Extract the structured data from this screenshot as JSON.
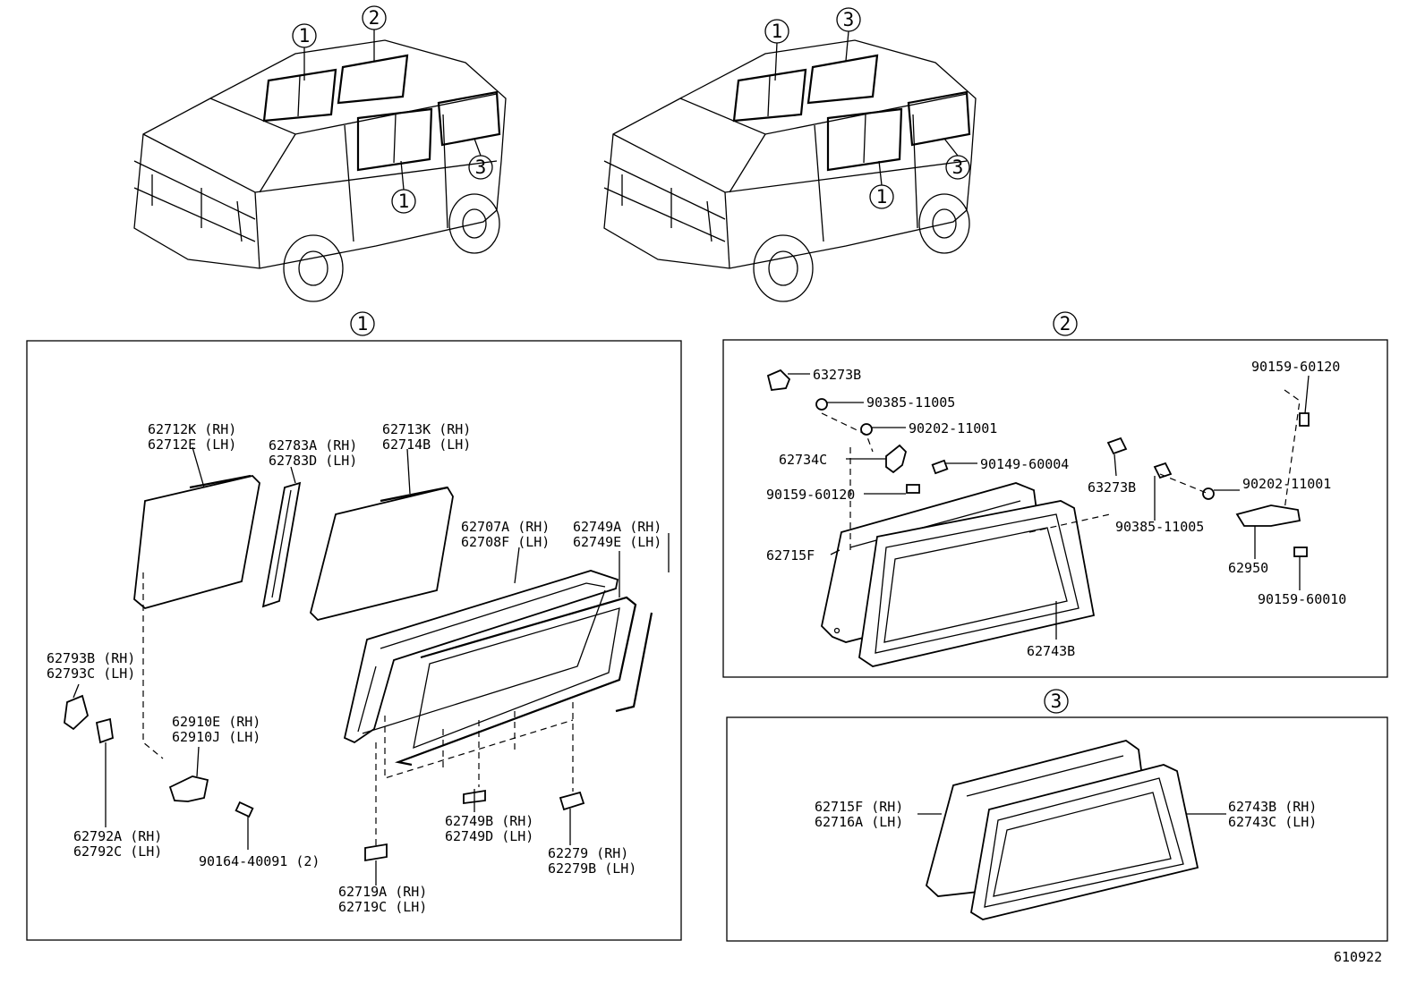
{
  "diagram_id": "610922",
  "callouts": {
    "one": "1",
    "two": "2",
    "three": "3"
  },
  "section1": {
    "parts": [
      {
        "rh": "62712K (RH)",
        "lh": "62712E (LH)"
      },
      {
        "rh": "62783A (RH)",
        "lh": "62783D (LH)"
      },
      {
        "rh": "62713K (RH)",
        "lh": "62714B (LH)"
      },
      {
        "rh": "62707A (RH)",
        "lh": "62708F (LH)"
      },
      {
        "rh": "62749A (RH)",
        "lh": "62749E (LH)"
      },
      {
        "rh": "62793B (RH)",
        "lh": "62793C (LH)"
      },
      {
        "rh": "62910E (RH)",
        "lh": "62910J (LH)"
      },
      {
        "rh": "62792A (RH)",
        "lh": "62792C (LH)"
      },
      {
        "rh": "62749B (RH)",
        "lh": "62749D (LH)"
      },
      {
        "rh": "62279   (RH)",
        "lh": "62279B (LH)"
      },
      {
        "rh": "62719A (RH)",
        "lh": "62719C (LH)"
      }
    ],
    "screw": "90164-40091 (2)"
  },
  "section2": {
    "labels": [
      "63273B",
      "90385-11005",
      "90202-11001",
      "62734C",
      "90149-60004",
      "90159-60120",
      "62715F",
      "63273B",
      "90385-11005",
      "90202-11001",
      "90159-60120",
      "62950",
      "90159-60010",
      "62743B"
    ]
  },
  "section3": {
    "left": {
      "rh": "62715F (RH)",
      "lh": "62716A (LH)"
    },
    "right": {
      "rh": "62743B (RH)",
      "lh": "62743C (LH)"
    }
  }
}
